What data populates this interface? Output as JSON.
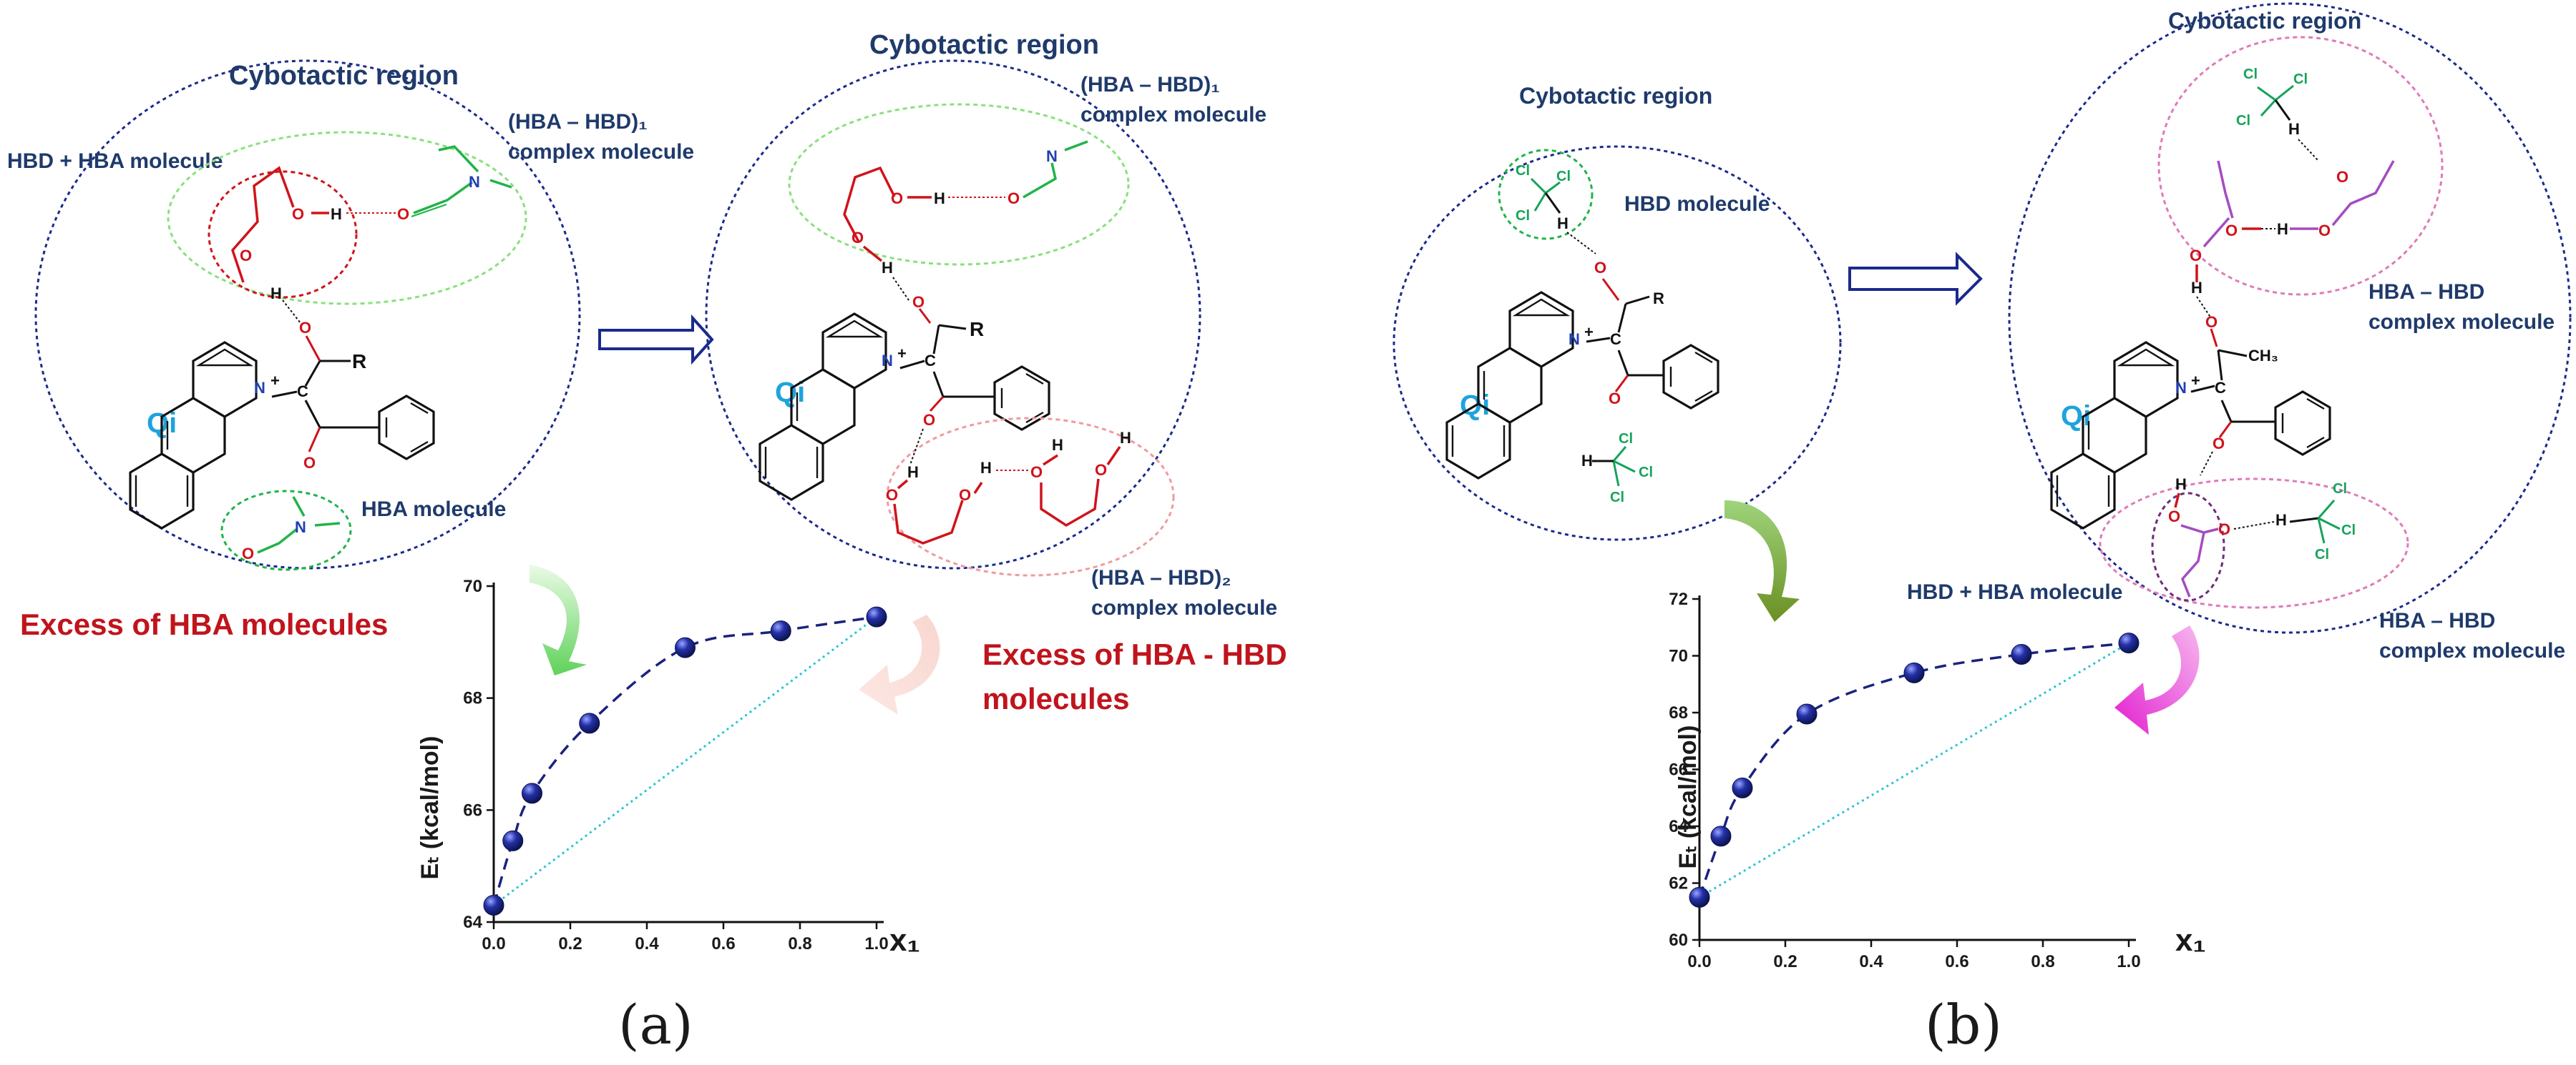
{
  "panel_a": {
    "caption": "(a)",
    "left": {
      "region_title": "Cybotactic region",
      "hbd_hba_label": "HBD + HBA molecule",
      "complex1_line1": "(HBA – HBD)₁",
      "complex1_line2": "complex molecule",
      "hba_label": "HBA molecule",
      "qi": "Qi",
      "excess": "Excess of HBA molecules"
    },
    "right": {
      "region_title": "Cybotactic region",
      "complex1_line1": "(HBA – HBD)₁",
      "complex1_line2": "complex molecule",
      "complex2_line1": "(HBA – HBD)₂",
      "complex2_line2": "complex molecule",
      "qi": "Qi",
      "excess_line1": "Excess of HBA - HBD",
      "excess_line2": "molecules"
    }
  },
  "panel_b": {
    "caption": "(b)",
    "left": {
      "region_title": "Cybotactic region",
      "hbd_label": "HBD molecule",
      "qi": "Qi"
    },
    "right": {
      "region_title": "Cybotactic region",
      "complex_top_line1": "HBA – HBD",
      "complex_top_line2": "complex molecule",
      "complex_bot_line1": "HBA – HBD",
      "complex_bot_line2": "complex molecule",
      "hbd_hba_label": "HBD + HBA molecule",
      "qi": "Qi"
    }
  },
  "atoms": {
    "O": "O",
    "H": "H",
    "N": "N",
    "Cl": "Cl",
    "R": "R",
    "ch3": "CH₃",
    "nplus": "+",
    "cminus": "C",
    "minus": "-"
  },
  "colors": {
    "navy": "#1f3a6b",
    "dotted_blue": "#1a2a8c",
    "red": "#c0141c",
    "qi": "#1ea3dc",
    "hbd_red": "#d0131b",
    "hba_green": "#21b34a",
    "pink": "#e07ab8",
    "marker": "#1a237e",
    "ideal": "#2bc3d6"
  },
  "chart_data": [
    {
      "type": "scatter",
      "xlabel": "x₁",
      "ylabel": "Eₜ (kcal/mol)",
      "xlim": [
        0.0,
        1.0
      ],
      "ylim": [
        64,
        70
      ],
      "x_ticks": [
        "0.0",
        "0.2",
        "0.4",
        "0.6",
        "0.8",
        "1.0"
      ],
      "y_ticks": [
        "64",
        "66",
        "68",
        "70"
      ],
      "x": [
        0.0,
        0.05,
        0.1,
        0.25,
        0.5,
        0.75,
        1.0
      ],
      "y": [
        64.3,
        65.45,
        66.3,
        67.55,
        68.9,
        69.2,
        69.45
      ],
      "fit_line": "dashed",
      "ideal_line": [
        [
          0.0,
          64.3
        ],
        [
          1.0,
          69.45
        ]
      ]
    },
    {
      "type": "scatter",
      "xlabel": "x₁",
      "ylabel": "Eₜ (kcal/mol)",
      "xlim": [
        0.0,
        1.0
      ],
      "ylim": [
        60,
        72
      ],
      "x_ticks": [
        "0.0",
        "0.2",
        "0.4",
        "0.6",
        "0.8",
        "1.0"
      ],
      "y_ticks": [
        "60",
        "62",
        "64",
        "66",
        "68",
        "70",
        "72"
      ],
      "x": [
        0.0,
        0.05,
        0.1,
        0.25,
        0.5,
        0.75,
        1.0
      ],
      "y": [
        61.5,
        63.65,
        65.35,
        67.95,
        69.4,
        70.05,
        70.45
      ],
      "fit_line": "dashed",
      "ideal_line": [
        [
          0.0,
          61.5
        ],
        [
          1.0,
          70.45
        ]
      ]
    }
  ]
}
